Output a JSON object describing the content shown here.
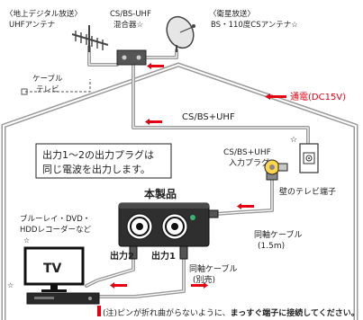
{
  "labels": {
    "uhf_antenna_1": "〈地上デジタル放送〉",
    "uhf_antenna_2": "UHFアンテナ",
    "mixer_1": "CS/BS-UHF",
    "mixer_2": "混合器☆",
    "bs_antenna_1": "〈衛星放送〉",
    "bs_antenna_2": "BS・110度CSアンテナ☆",
    "cable_tv_1": "ケーブル",
    "cable_tv_2": "テレビ",
    "power": "通電(DC15V)",
    "signal": "CS/BS+UHF",
    "star": "☆",
    "note_box_1": "出力1～2の出力プラグは",
    "note_box_2": "同じ電波を出力します。",
    "input_plug_1": "CS/BS+UHF",
    "input_plug_2": "入力プラグ",
    "wall_terminal": "壁のテレビ端子",
    "product": "本製品",
    "recorder_1": "ブルーレイ・DVD・",
    "recorder_2": "HDDレコーダーなど",
    "tv": "TV",
    "coax_main_1": "同軸ケーブル",
    "coax_main_2": "(1.5m)",
    "out2": "出力2",
    "out1": "出力1",
    "coax_sep_1": "同軸ケーブル",
    "coax_sep_2": "(別売)",
    "footnote_head": "(注)",
    "footnote_body": "ピンが折れ曲がらないように、",
    "footnote_strong": "まっすぐ端子に接続してください。"
  },
  "colors": {
    "accent_red": "#e60012",
    "cable_gray": "#9a9a9a",
    "device_body": "#2f2f2f",
    "led_green": "#3cb371"
  },
  "icons": [
    "uhf-antenna-icon",
    "satellite-dish-icon",
    "mixer-icon",
    "wall-terminal-icon",
    "tv-icon",
    "recorder-icon",
    "splitter-device-icon",
    "flow-arrow-icon"
  ]
}
